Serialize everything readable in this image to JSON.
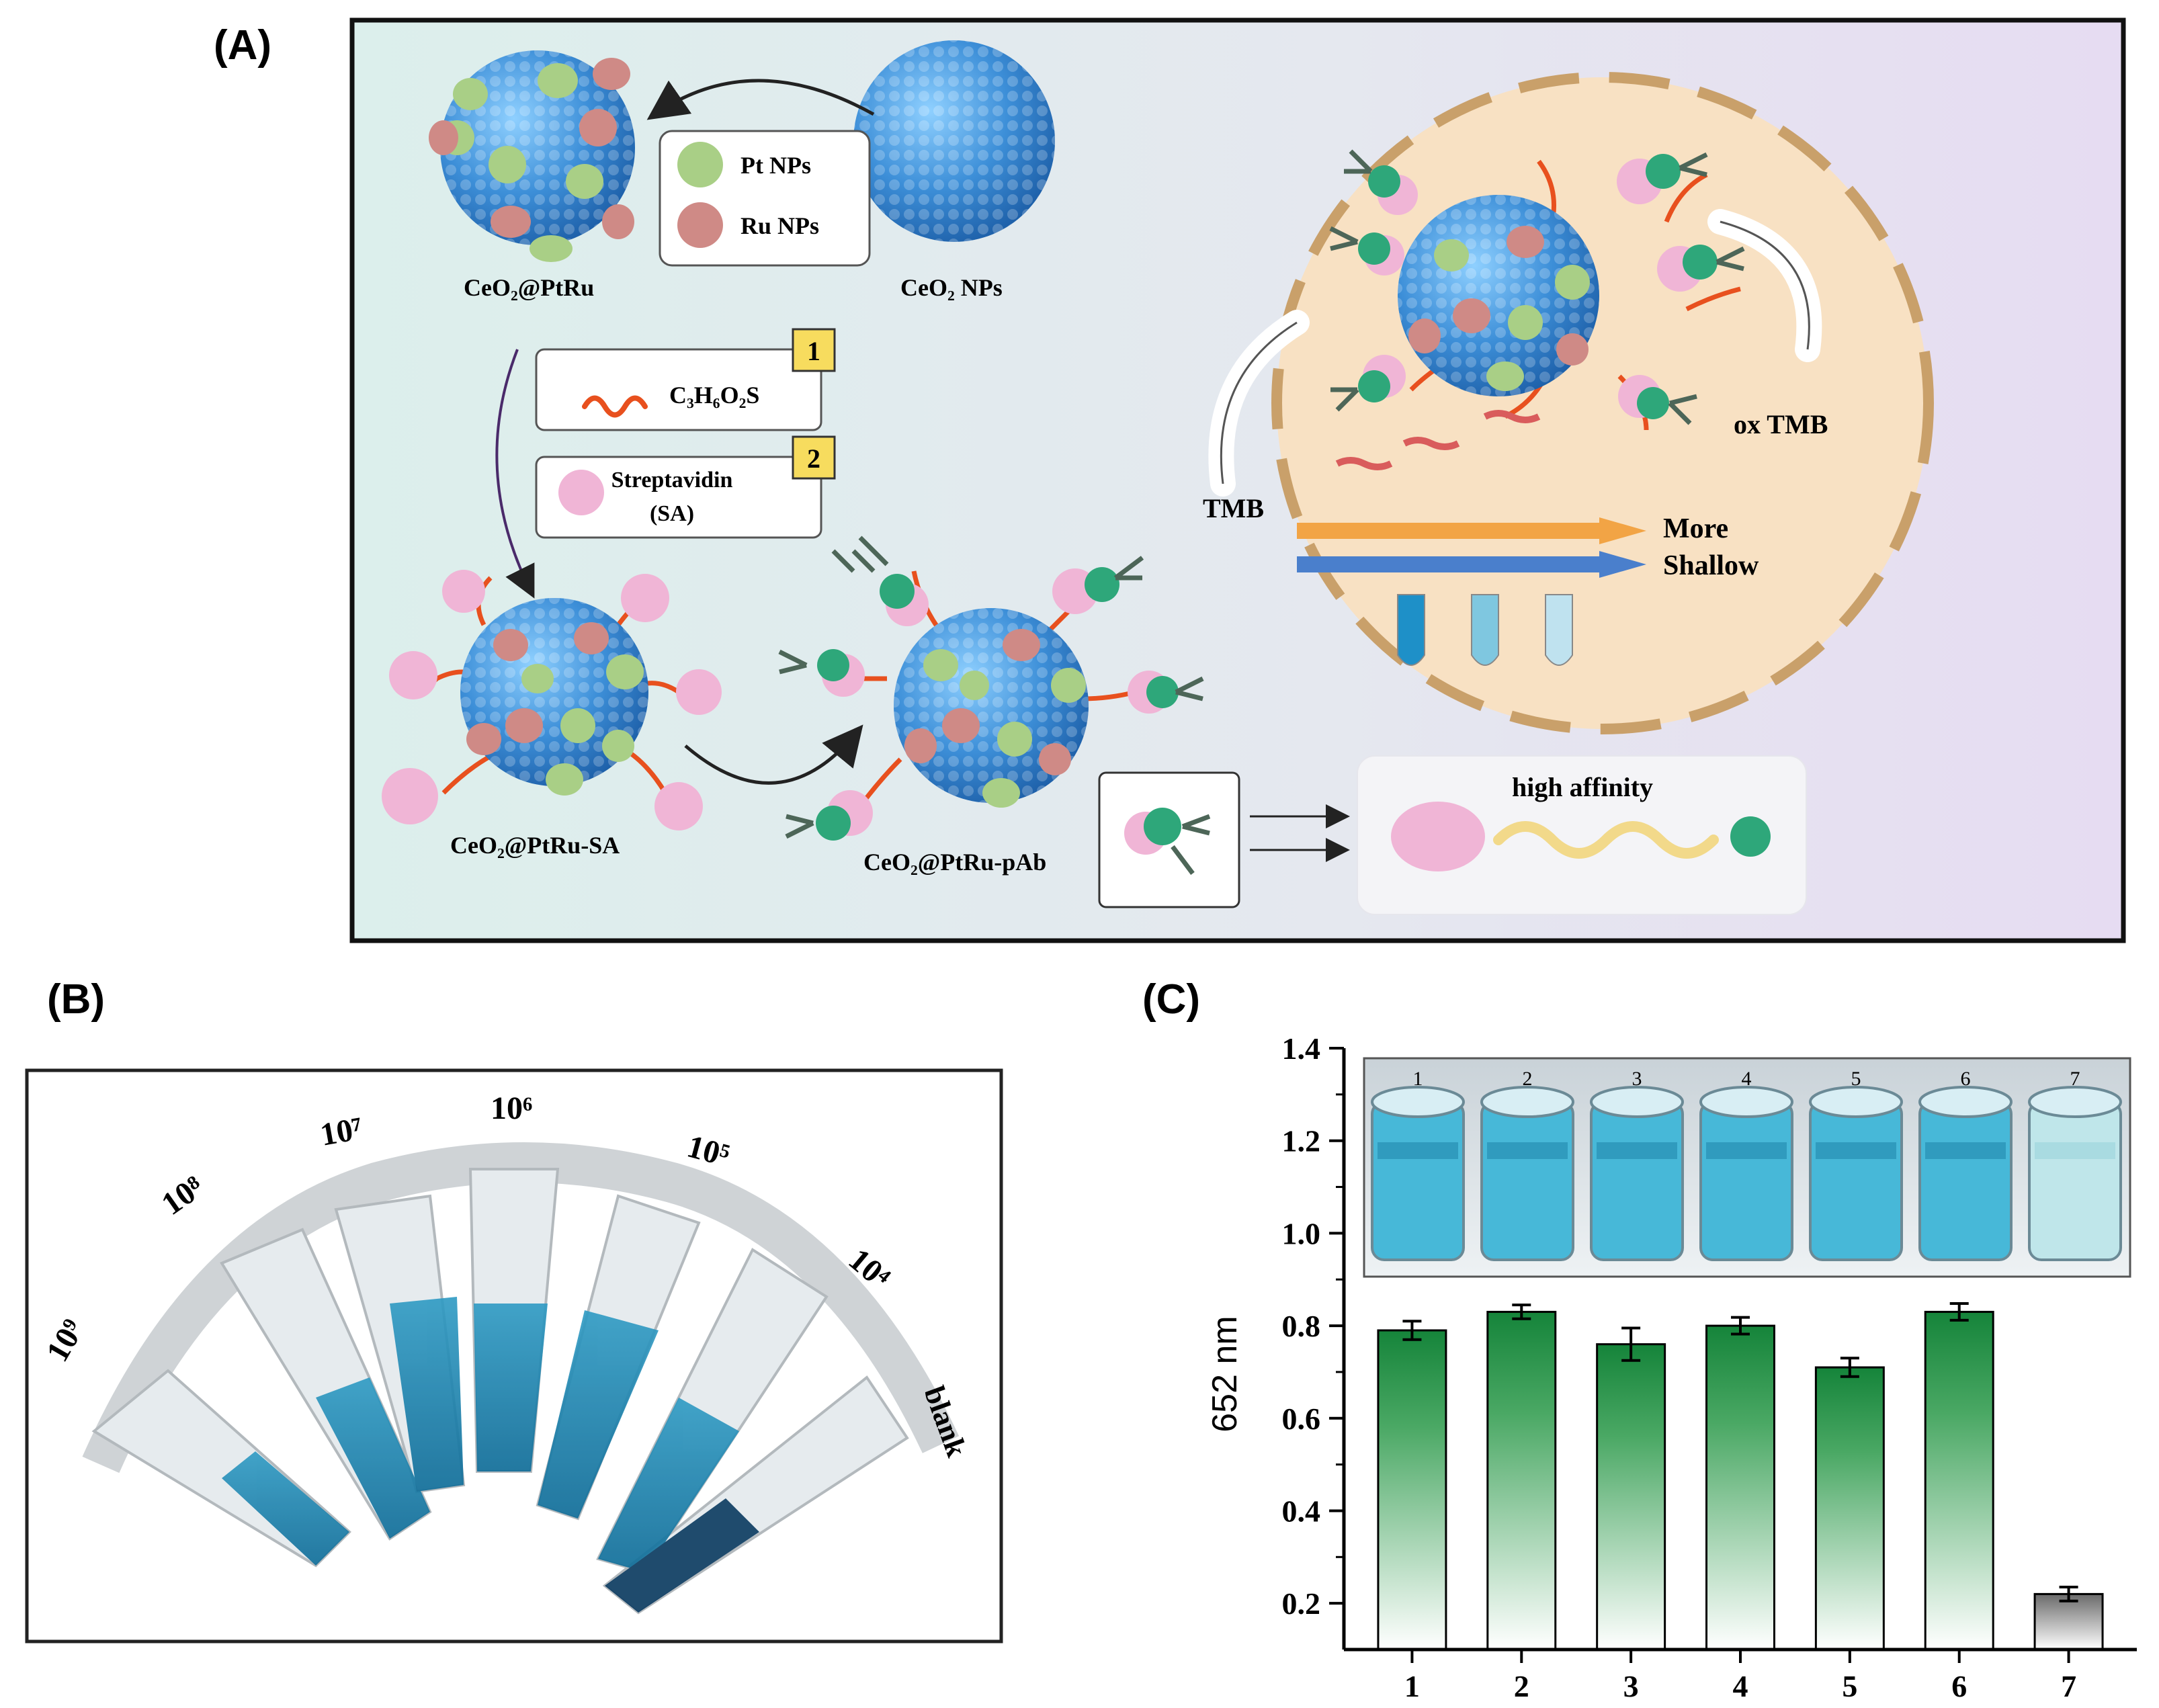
{
  "panel_a": {
    "letter": "(A)",
    "ceo2_ptru": "CeO₂@PtRu",
    "ceo2_nps": "CeO₂ NPs",
    "legend_pt": "Pt NPs",
    "legend_ru": "Ru NPs",
    "step1_number": "1",
    "step1_label": "C₃H₆O₂S",
    "step2_number": "2",
    "step2_label_line1": "Streptavidin",
    "step2_label_line2": "(SA)",
    "ceo2_ptru_sa": "CeO₂@PtRu-SA",
    "ceo2_ptru_pab": "CeO₂@PtRu-pAb",
    "high_affinity": "high affinity",
    "tmb": "TMB",
    "ox_tmb": "ox TMB",
    "more": "More",
    "shallow": "Shallow"
  },
  "panel_b": {
    "letter": "(B)",
    "tube_labels": [
      "10⁹",
      "10⁸",
      "10⁷",
      "10⁶",
      "10⁵",
      "10⁴",
      "blank"
    ]
  },
  "panel_c": {
    "letter": "(C)",
    "inset_labels": [
      "1",
      "2",
      "3",
      "4",
      "5",
      "6",
      "7"
    ]
  },
  "colors": {
    "sphere_blue": "#3f8fd8",
    "pt_green": "#a9cf86",
    "ru_red": "#cf8a86",
    "streptavidin_pink": "#f0b5d6",
    "linker_orange": "#e8501e",
    "antibody_green": "#2ea77a",
    "bar_green": "#15843a",
    "tmb_blue": "#1e90c8"
  },
  "chart_data": {
    "type": "bar",
    "categories": [
      "1",
      "2",
      "3",
      "4",
      "5",
      "6",
      "7"
    ],
    "values": [
      0.79,
      0.83,
      0.76,
      0.8,
      0.71,
      0.83,
      0.22
    ],
    "errors": [
      0.02,
      0.015,
      0.035,
      0.018,
      0.02,
      0.018,
      0.015
    ],
    "ylabel": "652 nm",
    "xlabel": "",
    "ylim": [
      0.1,
      1.4
    ],
    "yticks": [
      0.2,
      0.4,
      0.6,
      0.8,
      1.0,
      1.2,
      1.4
    ],
    "ytick_labels": [
      "0.2",
      "0.4",
      "0.6",
      "0.8",
      "1.0",
      "1.2",
      "1.4"
    ],
    "grid": false
  }
}
